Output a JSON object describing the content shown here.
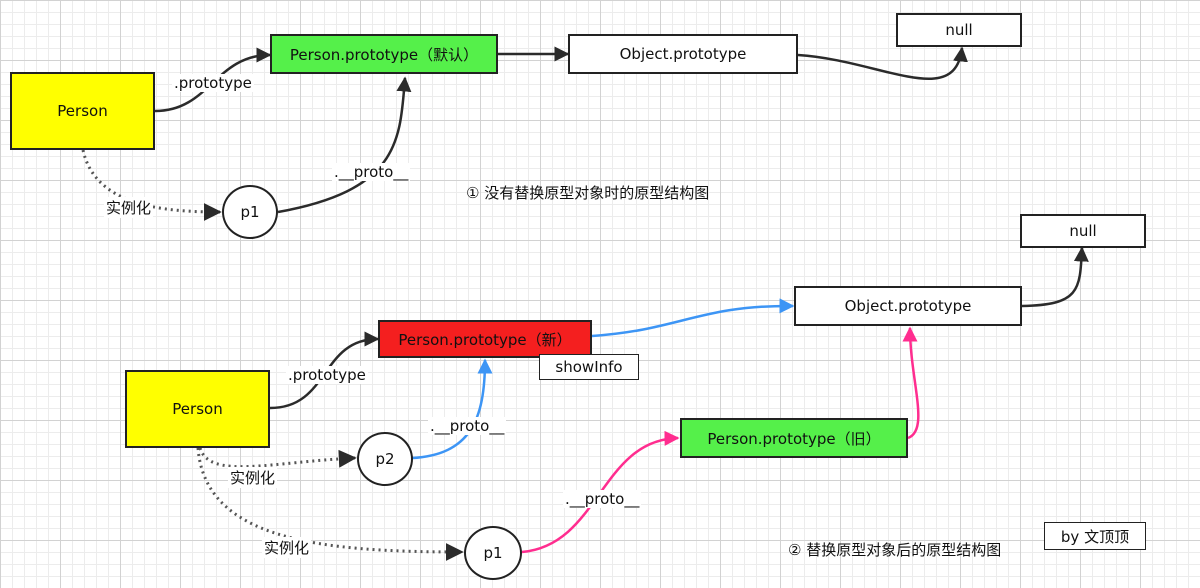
{
  "diagram1": {
    "person": "Person",
    "default_prototype": "Person.prototype（默认）",
    "object_prototype": "Object.prototype",
    "null": "null",
    "p1": "p1",
    "edge_prototype": ".prototype",
    "edge_proto": ".__proto__",
    "edge_instantiate": "实例化",
    "caption": "① 没有替换原型对象时的原型结构图"
  },
  "diagram2": {
    "person": "Person",
    "new_prototype": "Person.prototype（新）",
    "show_info": "showInfo",
    "old_prototype": "Person.prototype（旧）",
    "object_prototype": "Object.prototype",
    "null": "null",
    "p1": "p1",
    "p2": "p2",
    "edge_prototype": ".prototype",
    "edge_proto_p2": ".__proto__",
    "edge_proto_p1": ".__proto__",
    "edge_instantiate_p2": "实例化",
    "edge_instantiate_p1": "实例化",
    "caption": "② 替换原型对象后的原型结构图"
  },
  "author": "by  文顶顶",
  "colors": {
    "constructor_fill": "#ffff00",
    "default_prototype_fill": "#55f04a",
    "new_prototype_fill": "#f41f1f",
    "old_prototype_fill": "#55f04a",
    "new_chain_edge": "#3d95f5",
    "old_chain_edge": "#ff2d8f",
    "default_edge": "#2b2b2b"
  }
}
